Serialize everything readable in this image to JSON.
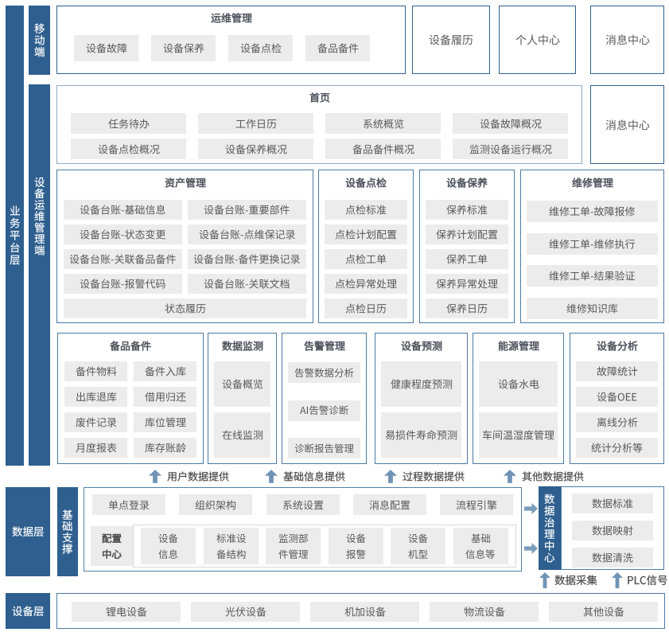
{
  "colors": {
    "bar_blue": "#2e5f8e",
    "border_dark": "#2f6191",
    "border_mid": "#4d7aa4",
    "border_light": "#8ea9c2",
    "button_bg": "#ececec",
    "button_text": "#595959",
    "title_text": "#50565e",
    "arrow_blue": "#7193b5"
  },
  "layers": {
    "platform": "业务平台层",
    "mobile": "移动端",
    "devops": "设备运维管理端",
    "data": "数据层",
    "device": "设备层",
    "base_support": "基础支撑",
    "governance": "数据治理中心"
  },
  "mobile_row": {
    "ops": {
      "title": "运维管理",
      "items": [
        "设备故障",
        "设备保养",
        "设备点检",
        "备品备件"
      ]
    },
    "panels": [
      "设备履历",
      "个人中心",
      "消息中心"
    ]
  },
  "home": {
    "title": "首页",
    "items": [
      "任务待办",
      "工作日历",
      "系统概览",
      "设备故障概况",
      "设备点检概况",
      "设备保养概况",
      "备品备件概况",
      "监测设备运行概况"
    ]
  },
  "message_center2": "消息中心",
  "asset": {
    "title": "资产管理",
    "items": [
      "设备台账-基础信息",
      "设备台账-重要部件",
      "设备台账-状态变更",
      "设备台账-点维保记录",
      "设备台账-关联备品备件",
      "设备台账-备件更换记录",
      "设备台账-报警代码",
      "设备台账-关联文档"
    ],
    "footer": "状态履历"
  },
  "spot": {
    "title": "设备点检",
    "items": [
      "点检标准",
      "点检计划配置",
      "点检工单",
      "点检异常处理",
      "点检日历"
    ]
  },
  "maintain": {
    "title": "设备保养",
    "items": [
      "保养标准",
      "保养计划配置",
      "保养工单",
      "保养异常处理",
      "保养日历"
    ]
  },
  "repair": {
    "title": "维修管理",
    "items": [
      "维修工单-故障报修",
      "维修工单-维修执行",
      "维修工单-结果验证",
      "维修知识库"
    ]
  },
  "spare": {
    "title": "备品备件",
    "items": [
      "备件物料",
      "备件入库",
      "出库退库",
      "借用归还",
      "废件记录",
      "库位管理",
      "月度报表",
      "库存账龄"
    ]
  },
  "monitor": {
    "title": "数据监测",
    "items": [
      "设备概览",
      "在线监测"
    ]
  },
  "alarm": {
    "title": "告警管理",
    "items": [
      "告警数据分析",
      "AI告警诊断",
      "诊断报告管理"
    ]
  },
  "predict": {
    "title": "设备预测",
    "items": [
      "健康程度预测",
      "易损件寿命预测"
    ]
  },
  "energy": {
    "title": "能源管理",
    "items": [
      "设备水电",
      "车间温湿度管理"
    ]
  },
  "analysis": {
    "title": "设备分析",
    "items": [
      "故障统计",
      "设备OEE",
      "离线分析",
      "统计分析等"
    ]
  },
  "flow_up": [
    "用户数据提供",
    "基础信息提供",
    "过程数据提供",
    "其他数据提供"
  ],
  "base": {
    "row1": [
      "单点登录",
      "组织架构",
      "系统设置",
      "消息配置",
      "流程引擎"
    ],
    "config_tab": "配置\n中心",
    "config_items": [
      "设备\n信息",
      "标准设\n备结构",
      "监测部\n件管理",
      "设备\n报警",
      "设备\n机型",
      "基础\n信息等"
    ]
  },
  "governance_items": [
    "数据标准",
    "数据映射",
    "数据清洗"
  ],
  "collect_labels": [
    "数据采集",
    "PLC信号"
  ],
  "device_row": [
    "锂电设备",
    "光伏设备",
    "机加设备",
    "物流设备",
    "其他设备"
  ]
}
